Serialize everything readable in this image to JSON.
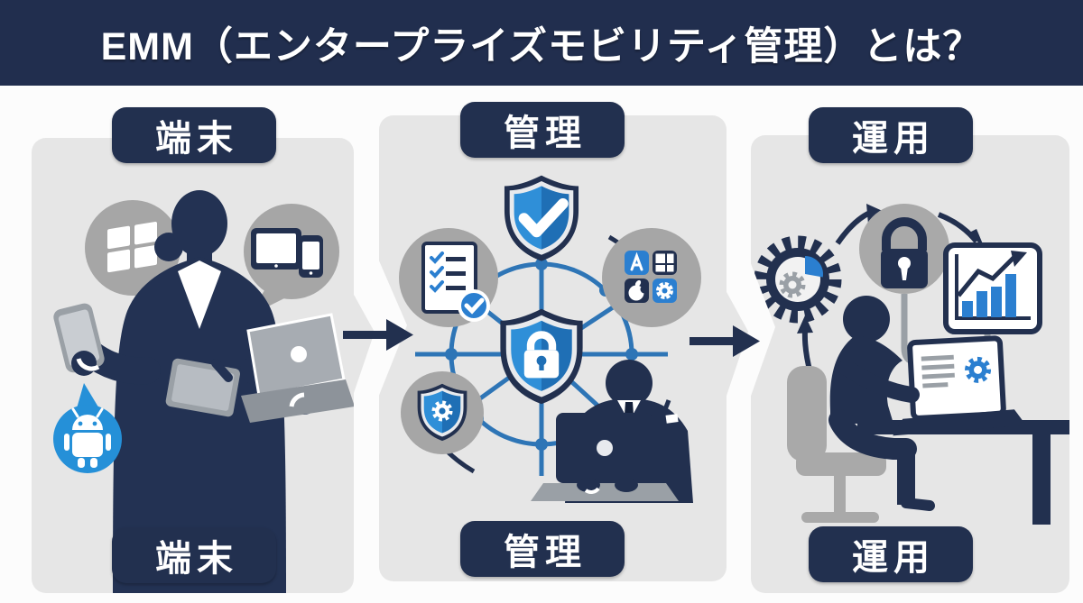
{
  "header": {
    "title": "EMM（エンタープライズモビリティ管理）とは？"
  },
  "panels": [
    {
      "id": "devices",
      "label_top": "端末",
      "label_bottom": "端末",
      "icons": [
        "windows-logo-icon",
        "tablet-icon",
        "smartphone-icon",
        "android-icon",
        "laptop-icon",
        "businesswoman-silhouette",
        "speech-bubble"
      ]
    },
    {
      "id": "management",
      "label_top": "管理",
      "label_bottom": "管理",
      "icons": [
        "shield-check-icon",
        "shield-lock-icon",
        "shield-gear-icon",
        "checklist-icon",
        "app-store-icon",
        "windows-logo-icon",
        "apple-logo-icon",
        "settings-gear-icon",
        "network-ring",
        "admin-at-laptop-silhouette"
      ]
    },
    {
      "id": "operation",
      "label_top": "運用",
      "label_bottom": "運用",
      "icons": [
        "gear-pie-icon",
        "padlock-icon",
        "growth-chart-icon",
        "curved-arrow-icon",
        "up-arrow-icon",
        "worker-at-desk-silhouette",
        "laptop-gear-screen-icon",
        "office-chair-icon"
      ]
    }
  ],
  "flow": {
    "arrows": [
      "right-arrow",
      "right-arrow"
    ]
  },
  "colors": {
    "header_bg": "#212e4e",
    "pill_bg": "#22304f",
    "panel_bg": "#e6e6e6",
    "silhouette_navy": "#233253",
    "bubble_gray": "#a6a6a6",
    "android_blue": "#2590d8",
    "shield_blue_light": "#2f8fd8",
    "shield_blue_dark": "#1f6fb5",
    "ring_blue": "#2e75b6",
    "icon_blue": "#2b7fd0",
    "laptop_silver": "#a7acb2",
    "chair_gray": "#a9a9a9",
    "page_bg": "#fcfcfc",
    "text_white": "#ffffff"
  }
}
